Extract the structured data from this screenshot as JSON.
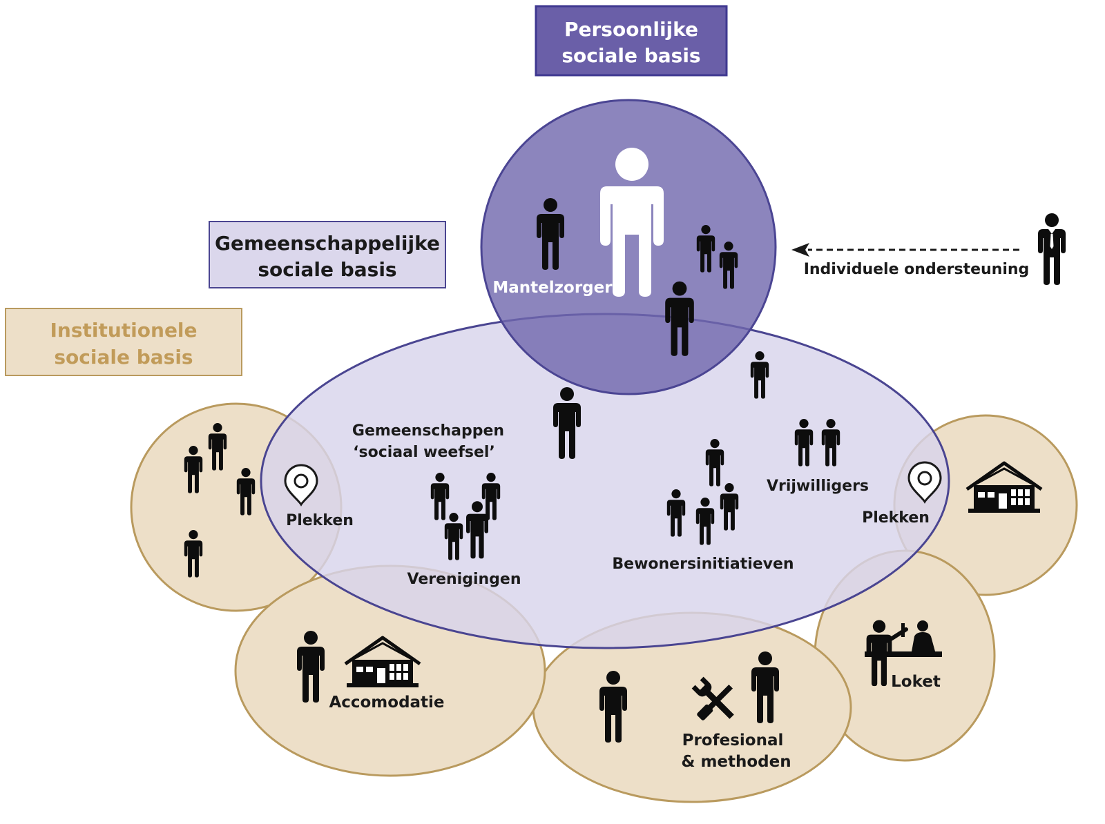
{
  "titles": {
    "personal_line1": "Persoonlijke",
    "personal_line2": "sociale basis",
    "community_line1": "Gemeenschappelijke",
    "community_line2": "sociale basis",
    "institutional_line1": "Institutionele",
    "institutional_line2": "sociale basis"
  },
  "labels": {
    "mantelzorger": "Mantelzorger",
    "individuele": "Individuele ondersteuning",
    "gemeenschappen_line1": "Gemeenschappen",
    "gemeenschappen_line2": "‘sociaal weefsel’",
    "plekken_left": "Plekken",
    "plekken_right": "Plekken",
    "verenigingen": "Verenigingen",
    "bewoners": "Bewonersinitiatieven",
    "vrijwilligers": "Vrijwilligers",
    "accomodatie": "Accomodatie",
    "professional_line1": "Profesional",
    "professional_line2": "& methoden",
    "loket": "Loket"
  },
  "colors": {
    "personal_fill": "#7b74b3",
    "personal_border": "#4b4593",
    "title_personal_fill": "#6a5fa8",
    "title_personal_border": "#3f3890",
    "community_fill": "#dbd7ec",
    "community_border": "#4a4591",
    "institutional_fill": "#eddfc8",
    "institutional_border": "#b99a5e",
    "institutional_text": "#c19b59",
    "icon": "#0d0d0d",
    "icon_light": "#ffffff"
  },
  "icons": [
    "person-icon",
    "businessman-icon",
    "location-pin-icon",
    "building-icon",
    "tools-icon",
    "desk-counter-icon"
  ]
}
